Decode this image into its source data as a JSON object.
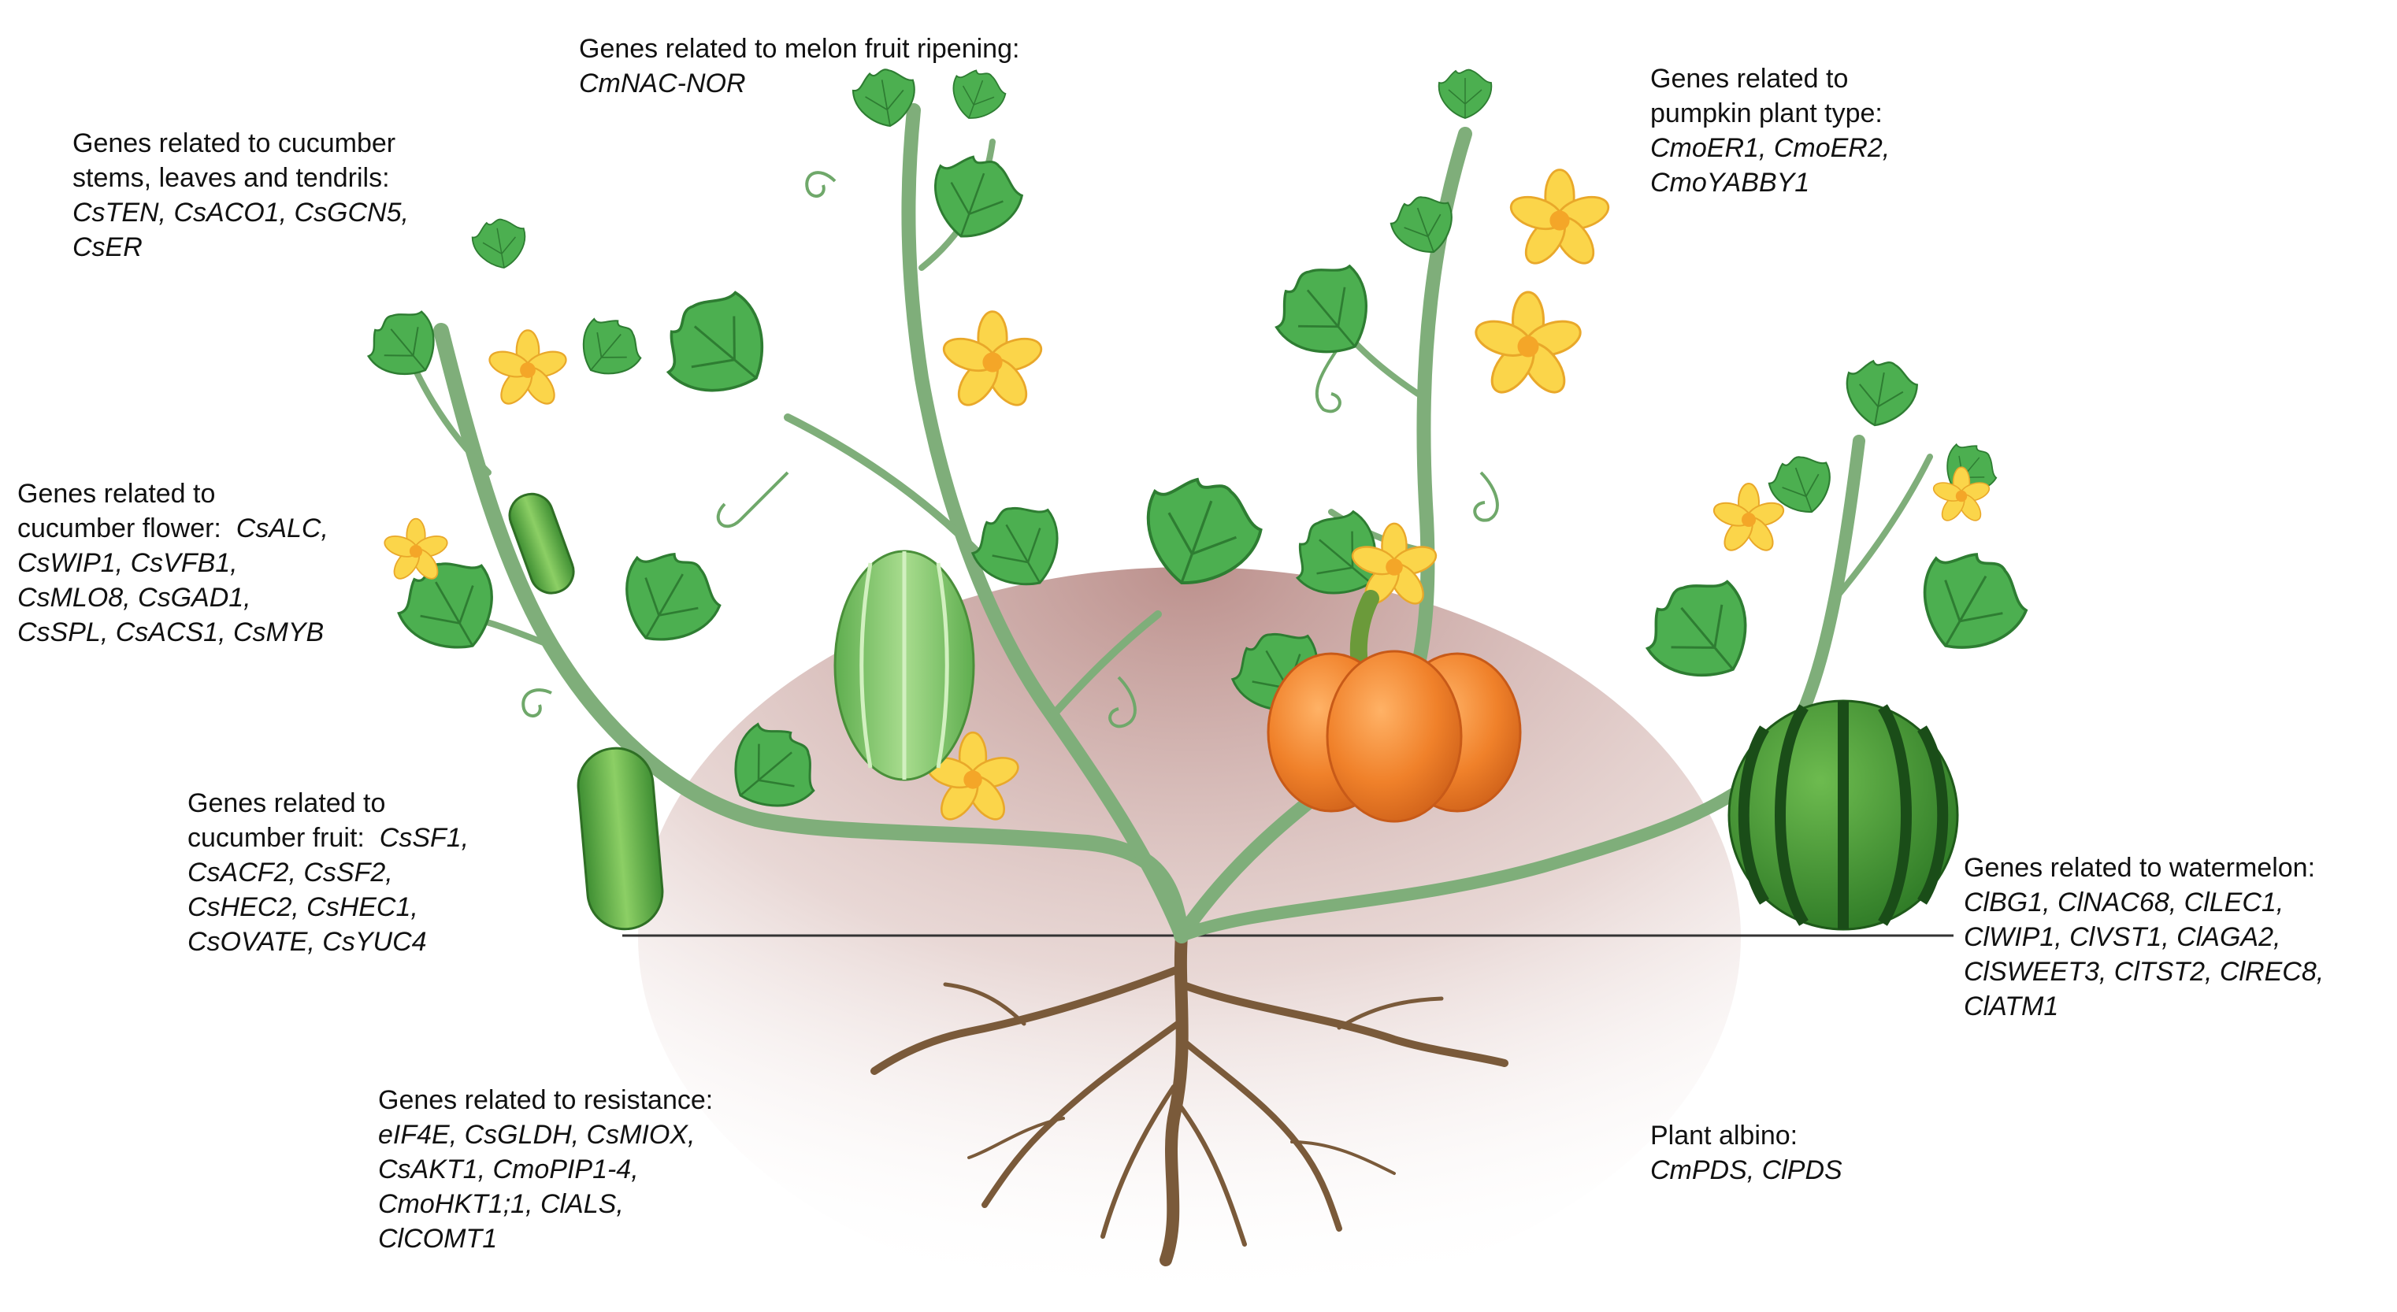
{
  "colors": {
    "stem": "#7fae7a",
    "stem_dark": "#5f9a5d",
    "leaf": "#4caf50",
    "leaf_dark": "#2e7d32",
    "flower": "#fbd54a",
    "flower_center": "#f4a628",
    "cucumber": "#5aa845",
    "melon": "#8bcf70",
    "pumpkin": "#f0812a",
    "watermelon": "#2f7f2c",
    "root": "#7a5a3a",
    "soil": "#d8b4b0",
    "ground_line": "#333333",
    "text": "#111111"
  },
  "labels": {
    "cucumber_stems": {
      "heading": [
        "Genes related to cucumber",
        "stems, leaves and tendrils:"
      ],
      "genes": [
        "CsTEN, CsACO1, CsGCN5,",
        "CsER"
      ]
    },
    "melon_ripening": {
      "heading": [
        "Genes related to melon fruit ripening:"
      ],
      "genes": [
        "CmNAC-NOR"
      ]
    },
    "pumpkin_type": {
      "heading": [
        "Genes related to",
        "pumpkin plant type:"
      ],
      "genes": [
        "CmoER1, CmoER2,",
        "CmoYABBY1"
      ]
    },
    "cucumber_flower": {
      "heading": [
        "Genes related to"
      ],
      "inline_head": "cucumber flower:",
      "inline_gene": "CsALC,",
      "genes": [
        "CsWIP1, CsVFB1,",
        "CsMLO8, CsGAD1,",
        "CsSPL, CsACS1, CsMYB"
      ]
    },
    "cucumber_fruit": {
      "heading": [
        "Genes related to"
      ],
      "inline_head": "cucumber fruit:",
      "inline_gene": "CsSF1,",
      "genes": [
        "CsACF2, CsSF2,",
        "CsHEC2, CsHEC1,",
        "CsOVATE, CsYUC4"
      ]
    },
    "watermelon": {
      "heading": [
        "Genes related to watermelon:"
      ],
      "genes": [
        "ClBG1, ClNAC68, ClLEC1,",
        "ClWIP1, ClVST1, ClAGA2,",
        "ClSWEET3, ClTST2, ClREC8,",
        "ClATM1"
      ]
    },
    "resistance": {
      "heading": [
        "Genes related to resistance:"
      ],
      "genes": [
        "eIF4E, CsGLDH, CsMIOX,",
        "CsAKT1, CmoPIP1-4,",
        "CmoHKT1;1, ClALS,",
        "ClCOMT1"
      ]
    },
    "albino": {
      "heading": [
        "Plant albino:"
      ],
      "genes": [
        "CmPDS, ClPDS"
      ]
    }
  }
}
